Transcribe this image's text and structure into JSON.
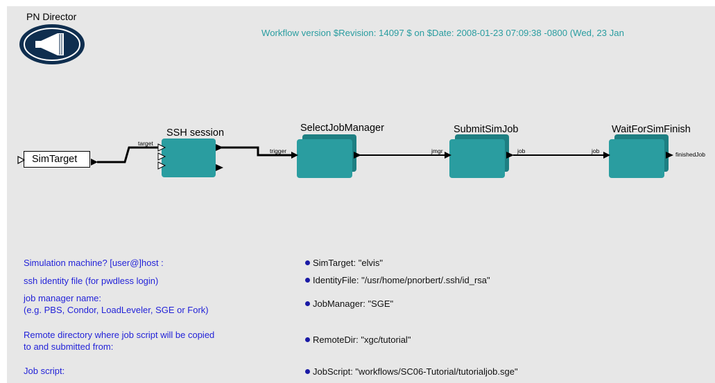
{
  "director": {
    "label": "PN Director",
    "icon": "megaphone-icon"
  },
  "version_text": "Workflow version $Revision: 14097 $ on $Date: 2008-01-23 07:09:38 -0800 (Wed, 23 Jan",
  "colors": {
    "canvas": "#e7e7e7",
    "actor_fill": "#2a9da0",
    "actor_back": "#1e7f82",
    "label_blue": "#2323d8",
    "version_teal": "#2a9da0"
  },
  "actors": {
    "simtarget": {
      "label": "SimTarget"
    },
    "ssh": {
      "label": "SSH session"
    },
    "select": {
      "label": "SelectJobManager"
    },
    "submit": {
      "label": "SubmitSimJob"
    },
    "wait": {
      "label": "WaitForSimFinish"
    }
  },
  "ports": {
    "target": "target",
    "trigger": "trigger",
    "jmgr": "jmgr",
    "job_out": "job",
    "job_in": "job",
    "finished": "finishedJob"
  },
  "params": [
    {
      "label_lines": [
        "Simulation machine? [user@]host :"
      ],
      "value": "SimTarget: \"elvis\""
    },
    {
      "label_lines": [
        "ssh identity file (for pwdless login)"
      ],
      "value": "IdentityFile: \"/usr/home/pnorbert/.ssh/id_rsa\""
    },
    {
      "label_lines": [
        "job manager name:",
        "(e.g. PBS, Condor, LoadLeveler, SGE or Fork)"
      ],
      "value": "JobManager: \"SGE\""
    },
    {
      "label_lines": [
        "Remote directory where job script will be copied",
        "to and submitted from:"
      ],
      "value": "RemoteDir: \"xgc/tutorial\""
    },
    {
      "label_lines": [
        "Job script:"
      ],
      "value": "JobScript: \"workflows/SC06-Tutorial/tutorialjob.sge\""
    }
  ]
}
